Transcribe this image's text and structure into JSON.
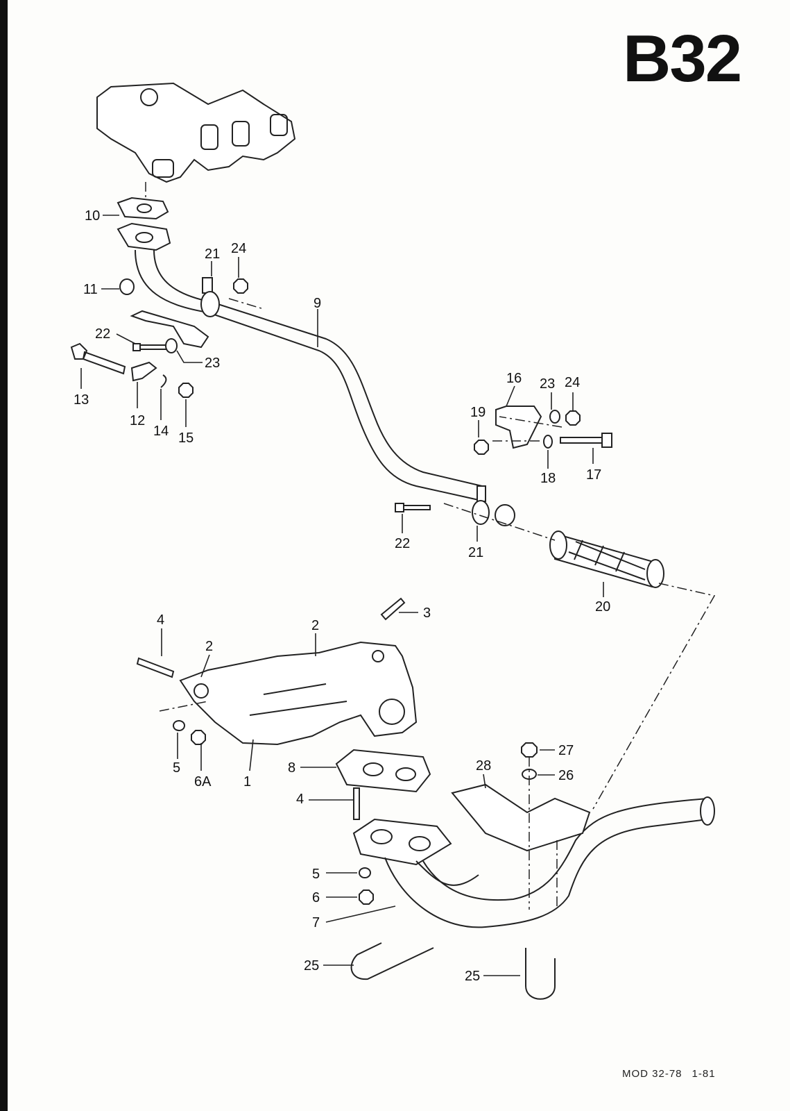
{
  "page": {
    "title": "B32",
    "footer": {
      "model": "MOD 32-78",
      "date": "1-81"
    }
  },
  "callouts": [
    {
      "id": "c10",
      "text": "10"
    },
    {
      "id": "c11",
      "text": "11"
    },
    {
      "id": "c21a",
      "text": "21"
    },
    {
      "id": "c24a",
      "text": "24"
    },
    {
      "id": "c9",
      "text": "9"
    },
    {
      "id": "c22a",
      "text": "22"
    },
    {
      "id": "c23a",
      "text": "23"
    },
    {
      "id": "c13",
      "text": "13"
    },
    {
      "id": "c12",
      "text": "12"
    },
    {
      "id": "c14",
      "text": "14"
    },
    {
      "id": "c15",
      "text": "15"
    },
    {
      "id": "c16",
      "text": "16"
    },
    {
      "id": "c23b",
      "text": "23"
    },
    {
      "id": "c24b",
      "text": "24"
    },
    {
      "id": "c19",
      "text": "19"
    },
    {
      "id": "c18",
      "text": "18"
    },
    {
      "id": "c17",
      "text": "17"
    },
    {
      "id": "c22b",
      "text": "22"
    },
    {
      "id": "c21b",
      "text": "21"
    },
    {
      "id": "c20",
      "text": "20"
    },
    {
      "id": "c3",
      "text": "3"
    },
    {
      "id": "c4a",
      "text": "4"
    },
    {
      "id": "c2a",
      "text": "2"
    },
    {
      "id": "c2b",
      "text": "2"
    },
    {
      "id": "c5a",
      "text": "5"
    },
    {
      "id": "c6A",
      "text": "6A"
    },
    {
      "id": "c1",
      "text": "1"
    },
    {
      "id": "c8",
      "text": "8"
    },
    {
      "id": "c27",
      "text": "27"
    },
    {
      "id": "c26",
      "text": "26"
    },
    {
      "id": "c28",
      "text": "28"
    },
    {
      "id": "c4b",
      "text": "4"
    },
    {
      "id": "c5b",
      "text": "5"
    },
    {
      "id": "c6",
      "text": "6"
    },
    {
      "id": "c7",
      "text": "7"
    },
    {
      "id": "c25a",
      "text": "25"
    },
    {
      "id": "c25b",
      "text": "25"
    }
  ]
}
